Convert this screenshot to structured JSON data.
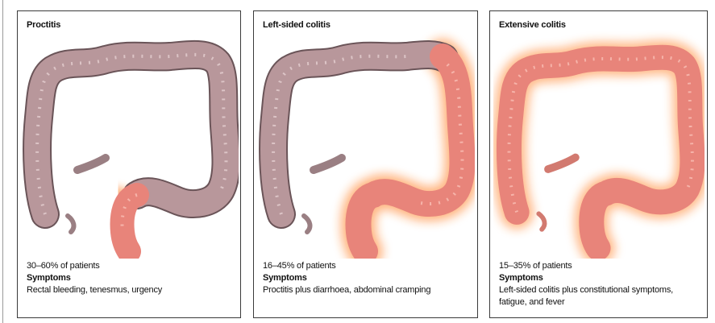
{
  "panels": [
    {
      "title": "Proctitis",
      "patients": "30–60% of patients",
      "symptoms_heading": "Symptoms",
      "symptoms_lines": [
        "Rectal bleeding, tenesmus, urgency"
      ],
      "colors": {
        "colon": "#b8979b",
        "inflamed": "#e8847a",
        "glow": "#ff7a1a"
      }
    },
    {
      "title": "Left-sided colitis",
      "patients": "16–45% of patients",
      "symptoms_heading": "Symptoms",
      "symptoms_lines": [
        "Proctitis plus diarrhoea, abdominal cramping"
      ],
      "colors": {
        "colon": "#b8979b",
        "inflamed": "#e8847a",
        "glow": "#ff7a1a"
      }
    },
    {
      "title": "Extensive colitis",
      "patients": "15–35% of patients",
      "symptoms_heading": "Symptoms",
      "symptoms_lines": [
        "Left-sided colitis plus constitutional symptoms,",
        "fatigue, and fever"
      ],
      "colors": {
        "colon": "#b8979b",
        "inflamed": "#e8847a",
        "glow": "#ff7a1a"
      }
    }
  ]
}
